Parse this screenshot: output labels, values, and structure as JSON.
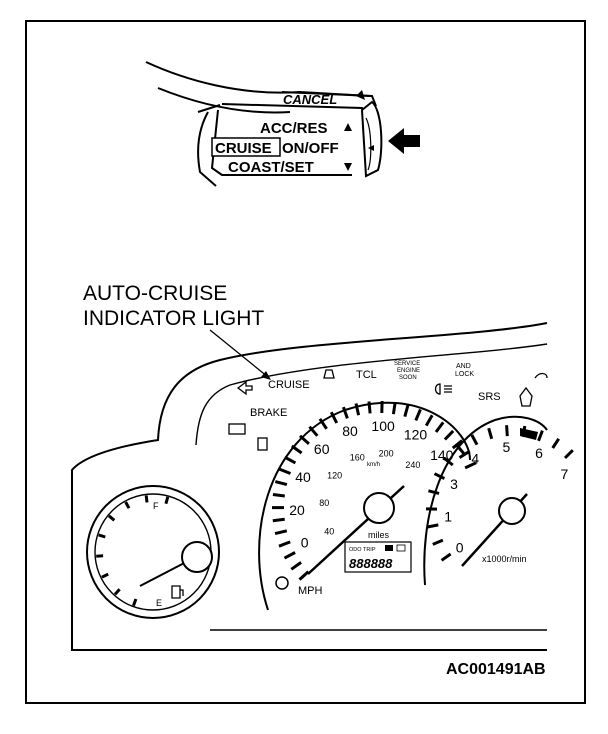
{
  "stalk": {
    "cancel": "CANCEL",
    "acc_res": "ACC/RES",
    "cruise": "CRUISE",
    "on_off": "ON/OFF",
    "coast_set": "COAST/SET"
  },
  "callout": {
    "line1": "AUTO-CRUISE",
    "line2": "INDICATOR LIGHT"
  },
  "indicators": {
    "cruise": "CRUISE",
    "brake": "BRAKE",
    "tcl": "TCL",
    "service1": "SERVICE",
    "service2": "ENGINE",
    "service3": "SOON",
    "and": "AND",
    "lock": "LOCK",
    "srs": "SRS"
  },
  "fuel_gauge": {
    "full": "F",
    "empty": "E"
  },
  "speedometer": {
    "mph_ticks": [
      "0",
      "20",
      "40",
      "60",
      "80",
      "100",
      "120",
      "140"
    ],
    "kmh_ticks": [
      "40",
      "80",
      "120",
      "160",
      "200",
      "240"
    ],
    "kmh_unit": "km/h",
    "unit": "MPH",
    "miles": "miles",
    "odo_label": "ODO TRIP",
    "odo_value": "888888"
  },
  "tachometer": {
    "ticks": [
      "0",
      "1",
      "3",
      "4",
      "5",
      "6",
      "7"
    ],
    "unit": "x1000r/min"
  },
  "figure_code": "AC001491AB",
  "colors": {
    "ink": "#000000",
    "paper": "#ffffff"
  }
}
